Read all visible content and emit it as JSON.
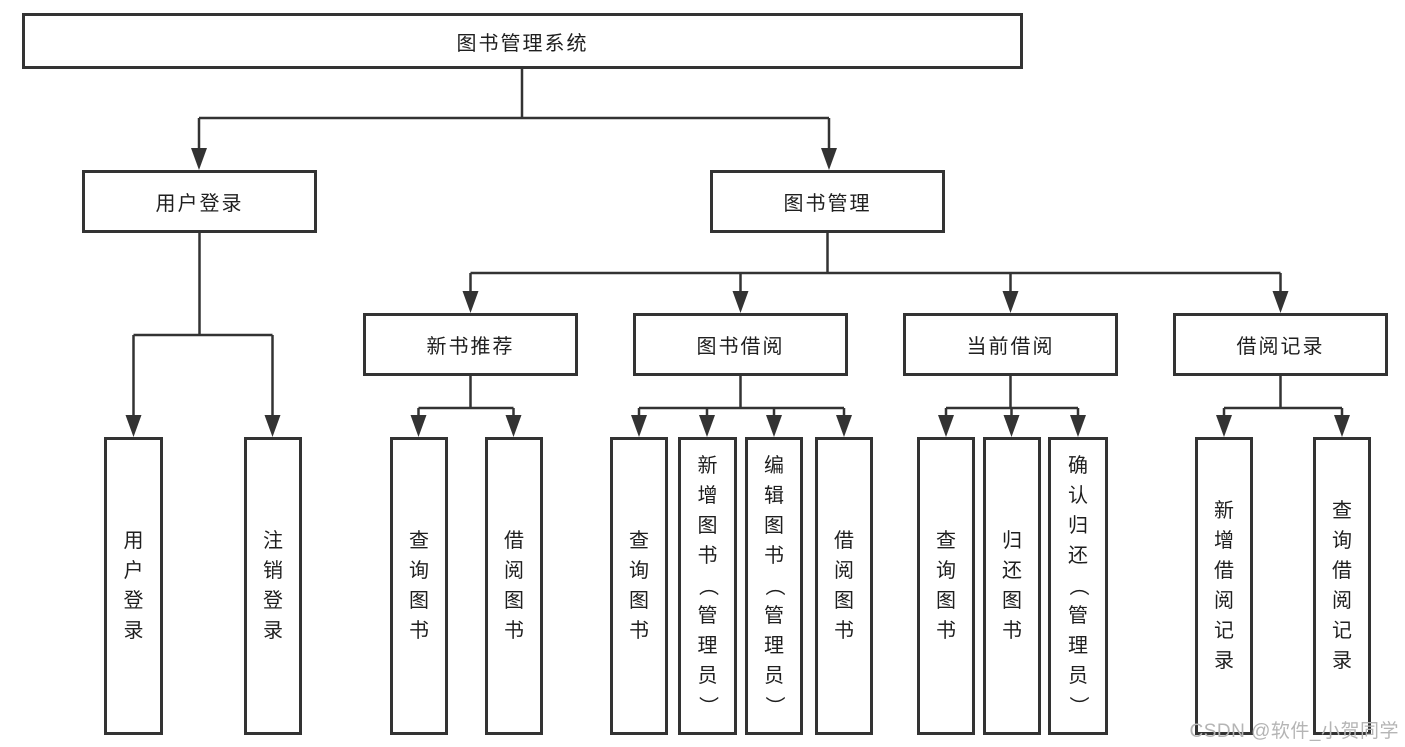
{
  "colors": {
    "background": "#ffffff",
    "line": "#333333",
    "text": "#1f1f1f",
    "watermark": "#b5b5b5"
  },
  "watermark": {
    "text": "CSDN @软件_小贺同学"
  },
  "diagram": {
    "root": {
      "label": "图书管理系统"
    },
    "level2": {
      "user_login": {
        "label": "用户登录"
      },
      "book_mgmt": {
        "label": "图书管理"
      }
    },
    "level3": {
      "new_book_rec": {
        "label": "新书推荐"
      },
      "book_borrow": {
        "label": "图书借阅"
      },
      "current_borrow": {
        "label": "当前借阅"
      },
      "borrow_records": {
        "label": "借阅记录"
      }
    },
    "leaves": {
      "user_login_leaf": "用户登录",
      "logout_leaf": "注销登录",
      "rec_query_books": "查询图书",
      "rec_borrow_books": "借阅图书",
      "bb_query_books": "查询图书",
      "bb_add_books": "新增图书（管理员）",
      "bb_edit_books": "编辑图书（管理员）",
      "bb_borrow_books": "借阅图书",
      "cb_query_books": "查询图书",
      "cb_return_books": "归还图书",
      "cb_confirm_return": "确认归还（管理员）",
      "br_add_record": "新增借阅记录",
      "br_query_record": "查询借阅记录"
    }
  }
}
